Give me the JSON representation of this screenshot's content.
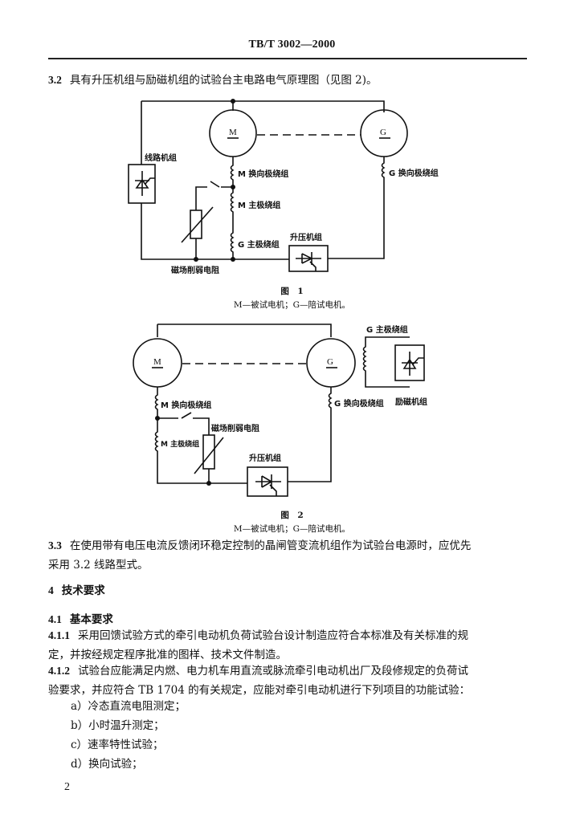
{
  "header": {
    "code": "TB/T 3002—2000"
  },
  "sections": {
    "s3_2": {
      "num": "3.2",
      "text": "具有升压机组与励磁机组的试验台主电路电气原理图（见图 2)。"
    },
    "s3_3": {
      "num": "3.3",
      "line1": "在使用带有电压电流反馈闭环稳定控制的晶闸管变流机组作为试验台电源时，应优先",
      "line2": "采用 3.2 线路型式。"
    },
    "s4": {
      "num": "4",
      "title": "技术要求"
    },
    "s4_1": {
      "num": "4.1",
      "title": "基本要求"
    },
    "s4_1_1": {
      "num": "4.1.1",
      "line1": "采用回馈试验方式的牵引电动机负荷试验台设计制造应符合本标准及有关标准的规",
      "line2": "定，并按经规定程序批准的图样、技术文件制造。"
    },
    "s4_1_2": {
      "num": "4.1.2",
      "line1": "试验台应能满足内燃、电力机车用直流或脉流牵引电动机出厂及段修规定的负荷试",
      "line2": "验要求，并应符合 TB 1704 的有关规定，应能对牵引电动机进行下列项目的功能试验："
    },
    "items": [
      "a）冷态直流电阻测定；",
      "b）小时温升测定；",
      "c）速率特性试验；",
      "d）换向试验；"
    ]
  },
  "figure1": {
    "motor": "M",
    "generator": "G",
    "line_unit": "线路机组",
    "m_commutating": "M 换向极绕组",
    "m_main": "M 主极绕组",
    "g_main": "G 主极绕组",
    "g_commutating": "G 换向极绕组",
    "booster": "升压机组",
    "field_weakening": "磁场削弱电阻",
    "caption": "图　1",
    "legend": "M—被试电机；G—陪试电机。"
  },
  "figure2": {
    "motor": "M",
    "generator": "G",
    "g_main": "G 主极绕组",
    "exciter": "励磁机组",
    "m_commutating": "M 换向极绕组",
    "g_commutating": "G 换向极绕组",
    "field_weakening": "磁场削弱电阻",
    "m_main": "M 主极绕组",
    "booster": "升压机组",
    "caption": "图　2",
    "legend": "M—被试电机；G—陪试电机。"
  },
  "page_number": "2"
}
